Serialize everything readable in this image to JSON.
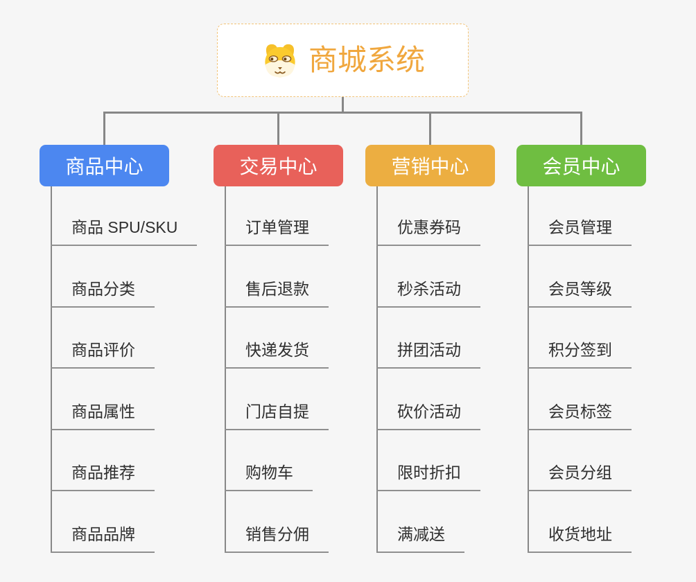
{
  "root": {
    "title": "商城系统",
    "icon": "shiba-dog-icon"
  },
  "branches": [
    {
      "label": "商品中心",
      "color": "#4c87f0",
      "children": [
        "商品 SPU/SKU",
        "商品分类",
        "商品评价",
        "商品属性",
        "商品推荐",
        "商品品牌"
      ]
    },
    {
      "label": "交易中心",
      "color": "#e8615a",
      "children": [
        "订单管理",
        "售后退款",
        "快递发货",
        "门店自提",
        "购物车",
        "销售分佣"
      ]
    },
    {
      "label": "营销中心",
      "color": "#ecae41",
      "children": [
        "优惠券码",
        "秒杀活动",
        "拼团活动",
        "砍价活动",
        "限时折扣",
        "满减送"
      ]
    },
    {
      "label": "会员中心",
      "color": "#6fbe41",
      "children": [
        "会员管理",
        "会员等级",
        "积分签到",
        "会员标签",
        "会员分组",
        "收货地址"
      ]
    }
  ],
  "colors": {
    "background": "#f6f6f6",
    "connector": "#878787",
    "root_text": "#f0a73e",
    "root_border": "#f2c377",
    "leaf_text": "#2f2f2f",
    "node_text": "#ffffff"
  }
}
